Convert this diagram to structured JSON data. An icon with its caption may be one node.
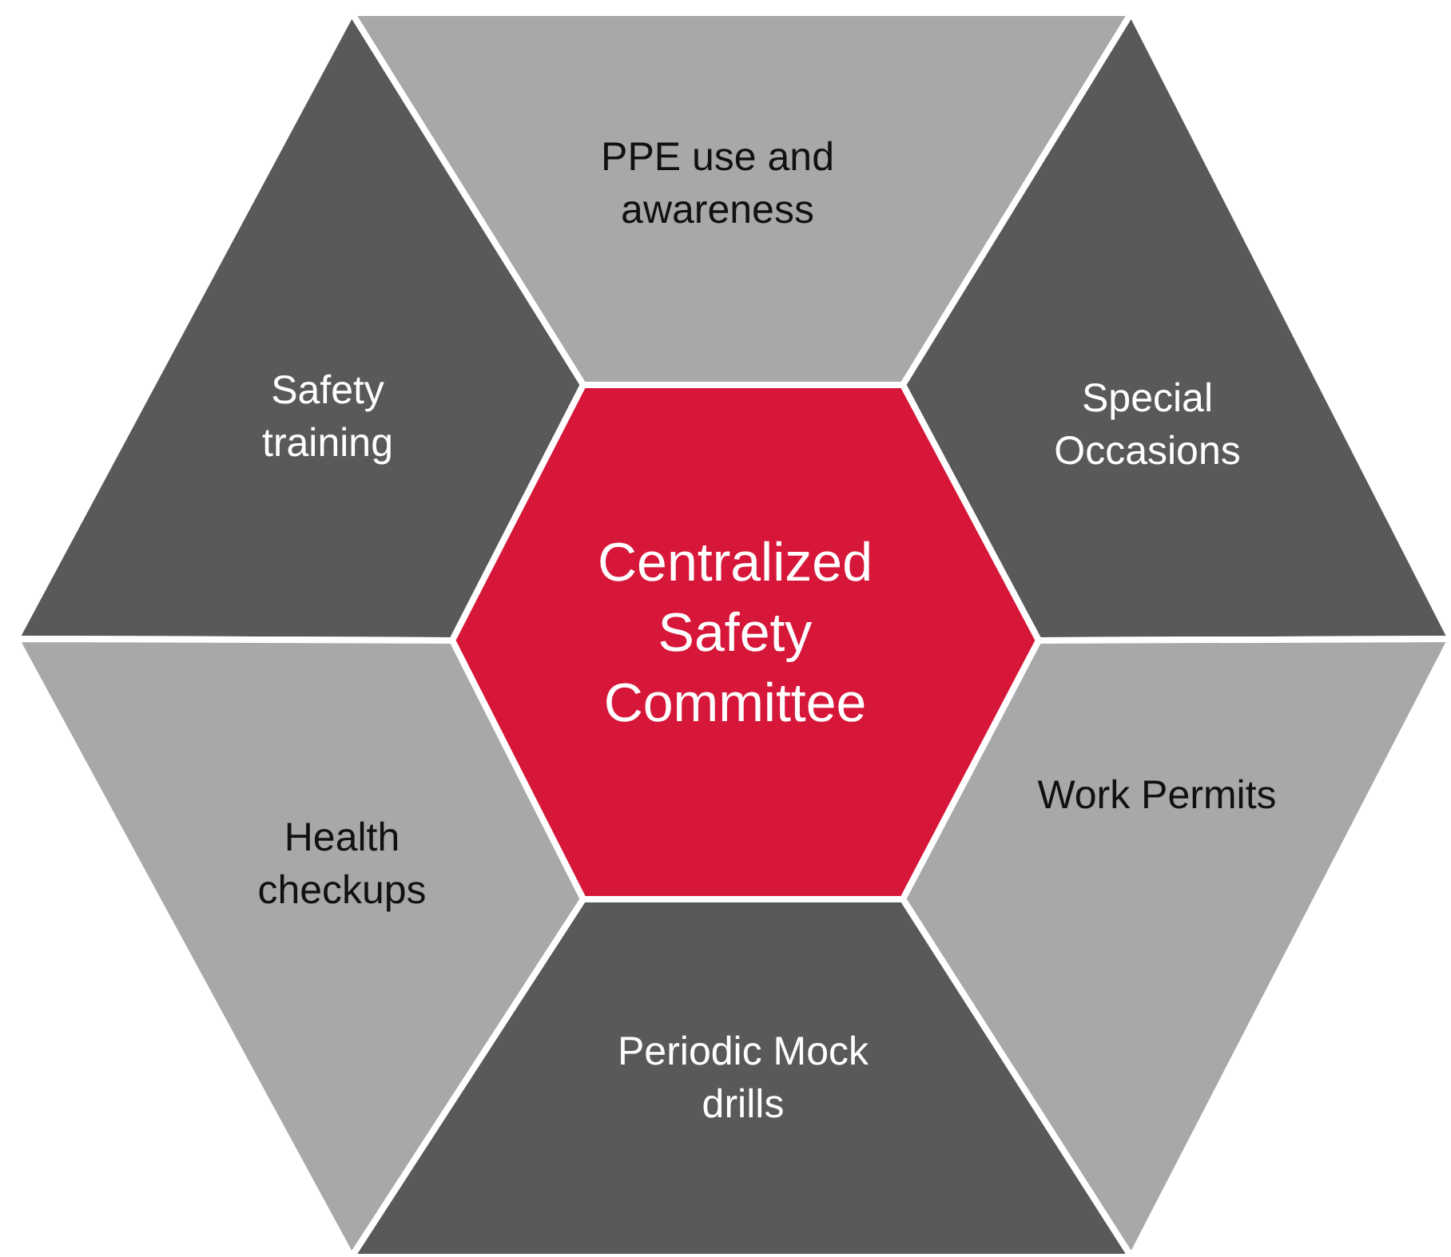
{
  "diagram": {
    "nodes": [
      {
        "text": [
          "PPE use and awareness"
        ]
      },
      {
        "text": [
          "Safety training"
        ]
      },
      {
        "text": [
          "Special Occasions"
        ]
      },
      {
        "text": [
          "Centralized Safety Committee"
        ]
      },
      {
        "text": [
          "Health checkups"
        ]
      },
      {
        "text": [
          "Work Permits"
        ]
      },
      {
        "text": [
          "Periodic Mock drills"
        ]
      }
    ]
  }
}
